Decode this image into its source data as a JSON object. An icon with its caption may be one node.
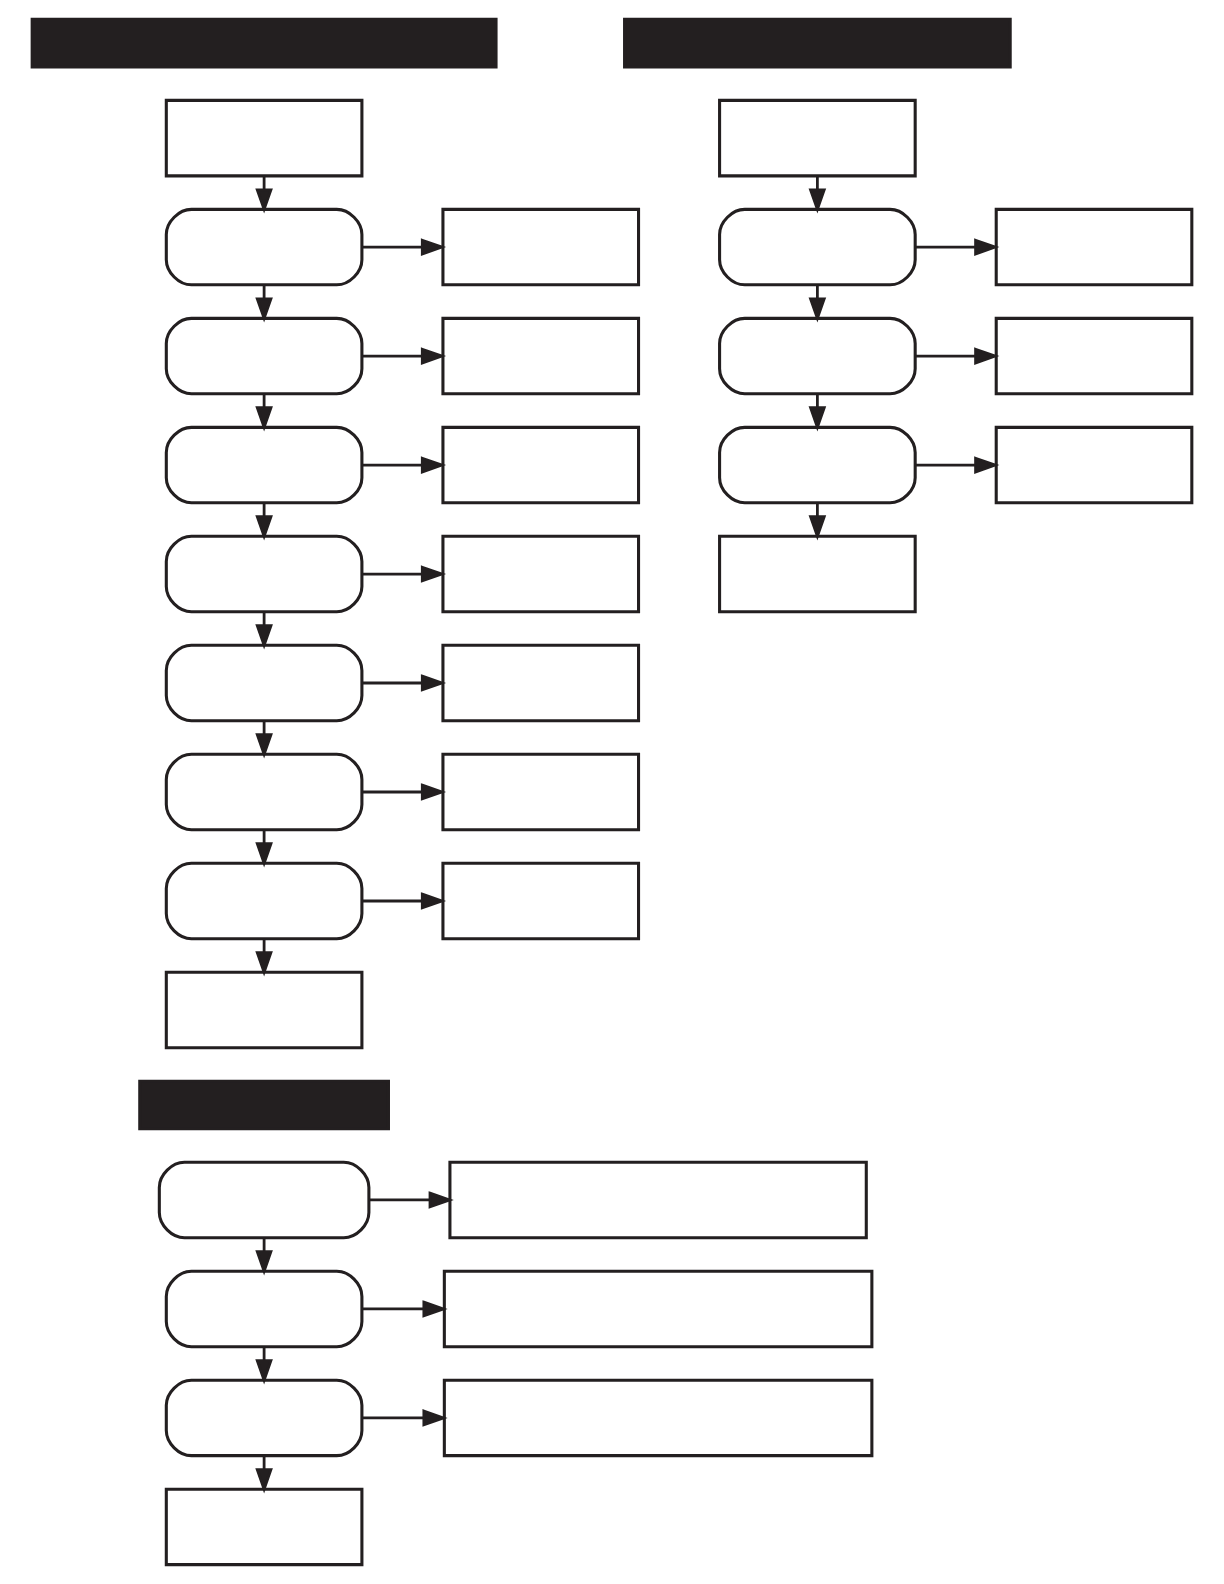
{
  "diagram": {
    "nodes": [
      {
        "text": [],
        "shape": "bar"
      },
      {
        "text": [],
        "shape": "box"
      },
      {
        "text": [],
        "shape": "rounded"
      },
      {
        "text": [],
        "shape": "box"
      },
      {
        "text": [],
        "shape": "rounded"
      },
      {
        "text": [],
        "shape": "box"
      },
      {
        "text": [],
        "shape": "rounded"
      },
      {
        "text": [],
        "shape": "box"
      },
      {
        "text": [],
        "shape": "rounded"
      },
      {
        "text": [],
        "shape": "box"
      },
      {
        "text": [],
        "shape": "rounded"
      },
      {
        "text": [],
        "shape": "box"
      },
      {
        "text": [],
        "shape": "rounded"
      },
      {
        "text": [],
        "shape": "box"
      },
      {
        "text": [],
        "shape": "rounded"
      },
      {
        "text": [],
        "shape": "box"
      },
      {
        "text": [],
        "shape": "box"
      },
      {
        "text": [],
        "shape": "bar"
      },
      {
        "text": [],
        "shape": "box"
      },
      {
        "text": [],
        "shape": "rounded"
      },
      {
        "text": [],
        "shape": "box"
      },
      {
        "text": [],
        "shape": "rounded"
      },
      {
        "text": [],
        "shape": "box"
      },
      {
        "text": [],
        "shape": "rounded"
      },
      {
        "text": [],
        "shape": "box"
      },
      {
        "text": [],
        "shape": "box"
      },
      {
        "text": [],
        "shape": "bar"
      },
      {
        "text": [],
        "shape": "rounded"
      },
      {
        "text": [],
        "shape": "box"
      },
      {
        "text": [],
        "shape": "rounded"
      },
      {
        "text": [],
        "shape": "box"
      },
      {
        "text": [],
        "shape": "rounded"
      },
      {
        "text": [],
        "shape": "box"
      },
      {
        "text": [],
        "shape": "box"
      }
    ],
    "edges": [
      {
        "from": 1,
        "to": 2,
        "arrow": "to"
      },
      {
        "from": 2,
        "to": 3,
        "arrow": "to"
      },
      {
        "from": 2,
        "to": 4,
        "arrow": "to"
      },
      {
        "from": 4,
        "to": 5,
        "arrow": "to"
      },
      {
        "from": 4,
        "to": 6,
        "arrow": "to"
      },
      {
        "from": 6,
        "to": 7,
        "arrow": "to"
      },
      {
        "from": 6,
        "to": 8,
        "arrow": "to"
      },
      {
        "from": 8,
        "to": 9,
        "arrow": "to"
      },
      {
        "from": 8,
        "to": 10,
        "arrow": "to"
      },
      {
        "from": 10,
        "to": 11,
        "arrow": "to"
      },
      {
        "from": 10,
        "to": 12,
        "arrow": "to"
      },
      {
        "from": 12,
        "to": 13,
        "arrow": "to"
      },
      {
        "from": 12,
        "to": 14,
        "arrow": "to"
      },
      {
        "from": 14,
        "to": 15,
        "arrow": "to"
      },
      {
        "from": 14,
        "to": 16,
        "arrow": "to"
      },
      {
        "from": 18,
        "to": 19,
        "arrow": "to"
      },
      {
        "from": 19,
        "to": 20,
        "arrow": "to"
      },
      {
        "from": 19,
        "to": 21,
        "arrow": "to"
      },
      {
        "from": 21,
        "to": 22,
        "arrow": "to"
      },
      {
        "from": 21,
        "to": 23,
        "arrow": "to"
      },
      {
        "from": 23,
        "to": 24,
        "arrow": "to"
      },
      {
        "from": 23,
        "to": 25,
        "arrow": "to"
      },
      {
        "from": 27,
        "to": 28,
        "arrow": "to"
      },
      {
        "from": 27,
        "to": 29,
        "arrow": "to"
      },
      {
        "from": 29,
        "to": 30,
        "arrow": "to"
      },
      {
        "from": 29,
        "to": 31,
        "arrow": "to"
      },
      {
        "from": 31,
        "to": 32,
        "arrow": "to"
      },
      {
        "from": 31,
        "to": 33,
        "arrow": "to"
      }
    ]
  }
}
